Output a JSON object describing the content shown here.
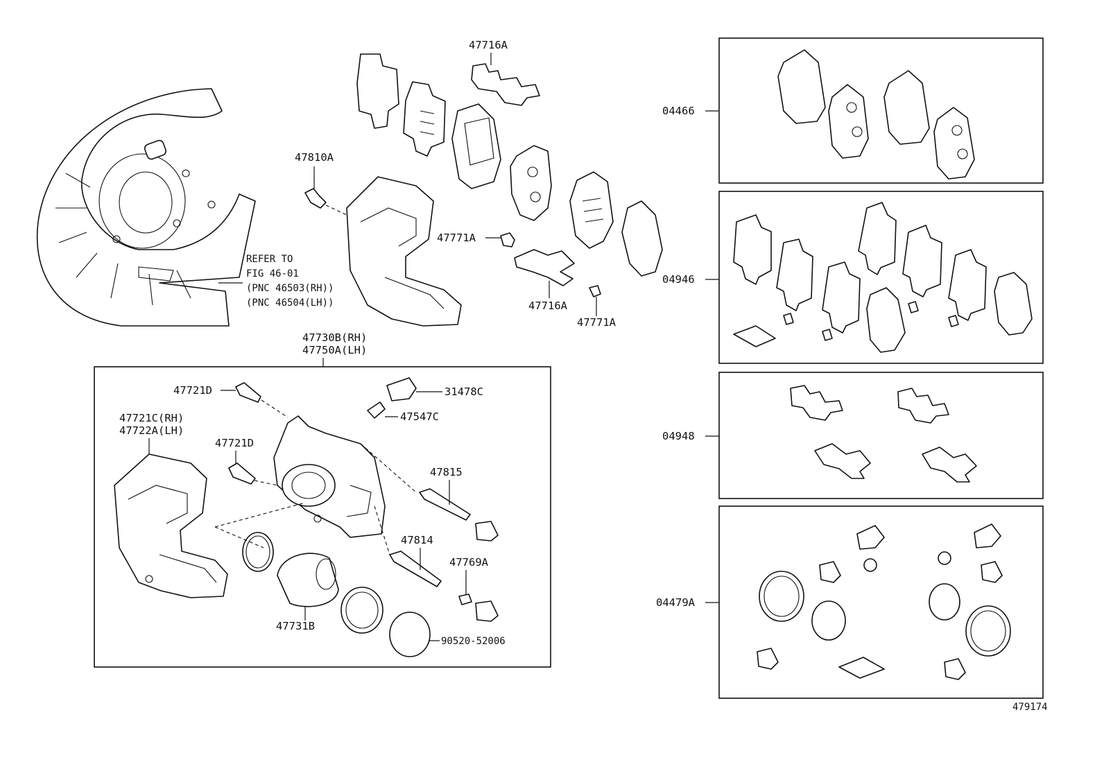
{
  "diagram_id": "479174",
  "note": {
    "line1": "REFER TO",
    "line2": "FIG 46-01",
    "line3": "(PNC 46503(RH))",
    "line4": "(PNC 46504(LH))"
  },
  "parts": {
    "p47716A_top": "47716A",
    "p47810A": "47810A",
    "p47771A_left": "47771A",
    "p47716A_mid": "47716A",
    "p47771A_mid": "47771A",
    "p47730B": "47730B(RH)",
    "p47750A": "47750A(LH)",
    "p47721D_top": "47721D",
    "p31478C": "31478C",
    "p47547C": "47547C",
    "p47721C": "47721C(RH)",
    "p47722A": "47722A(LH)",
    "p47721D_mid": "47721D",
    "p47815": "47815",
    "p47814": "47814",
    "p47769A": "47769A",
    "p47731B": "47731B",
    "p90520": "90520-52006"
  },
  "kits": {
    "k04466": "04466",
    "k04946": "04946",
    "k04948": "04948",
    "k04479A": "04479A"
  },
  "colors": {
    "ink": "#111111",
    "paper": "#ffffff"
  }
}
